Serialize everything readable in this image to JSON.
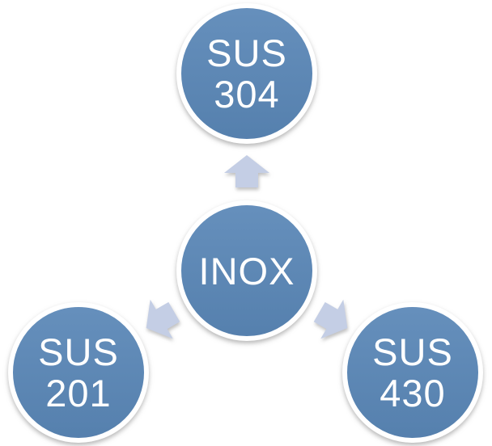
{
  "diagram": {
    "type": "radial",
    "nodes": {
      "center": {
        "lines": [
          "INOX"
        ]
      },
      "top": {
        "lines": [
          "SUS",
          "304"
        ]
      },
      "bottom_left": {
        "lines": [
          "SUS",
          "201"
        ]
      },
      "bottom_right": {
        "lines": [
          "SUS",
          "430"
        ]
      }
    },
    "arrows": [
      {
        "name": "up-block-arrow",
        "direction": "up"
      },
      {
        "name": "down-left-block-arrow",
        "direction": "down-left"
      },
      {
        "name": "down-right-block-arrow",
        "direction": "down-right"
      }
    ],
    "colors": {
      "background": "#FFFFFF",
      "node_fill": "#5A87B7",
      "node_border": "#FFFFFF",
      "node_text": "#FFFFFF",
      "arrow_fill": "#C4CEE5"
    }
  }
}
